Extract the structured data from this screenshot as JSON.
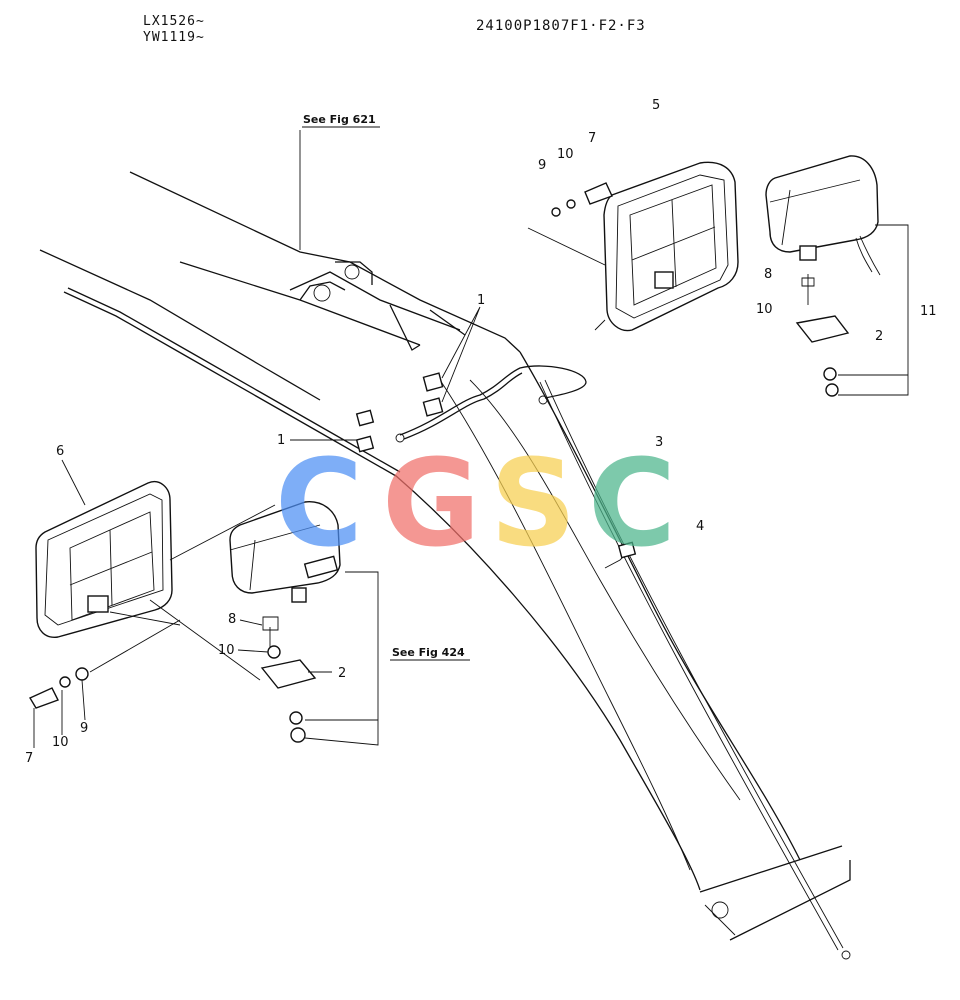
{
  "header": {
    "serial_line1": "LX1526~",
    "serial_line2": "YW1119~",
    "part_number": "24100P1807F1·F2·F3"
  },
  "references": {
    "fig621": "See Fig 621",
    "fig424": "See Fig 424"
  },
  "callouts": {
    "c1a": "1",
    "c1b": "1",
    "c2a": "2",
    "c2b": "2",
    "c3": "3",
    "c4": "4",
    "c5": "5",
    "c6": "6",
    "c7a": "7",
    "c7b": "7",
    "c8a": "8",
    "c8b": "8",
    "c9a": "9",
    "c9b": "9",
    "c10a": "10",
    "c10b": "10",
    "c10c": "10",
    "c10d": "10",
    "c11": "11"
  },
  "watermark": {
    "letters": [
      "C",
      "G",
      "S",
      "C"
    ],
    "colors": [
      "#4d8ff5",
      "#f0706a",
      "#f7cf50",
      "#4cb58c"
    ]
  }
}
